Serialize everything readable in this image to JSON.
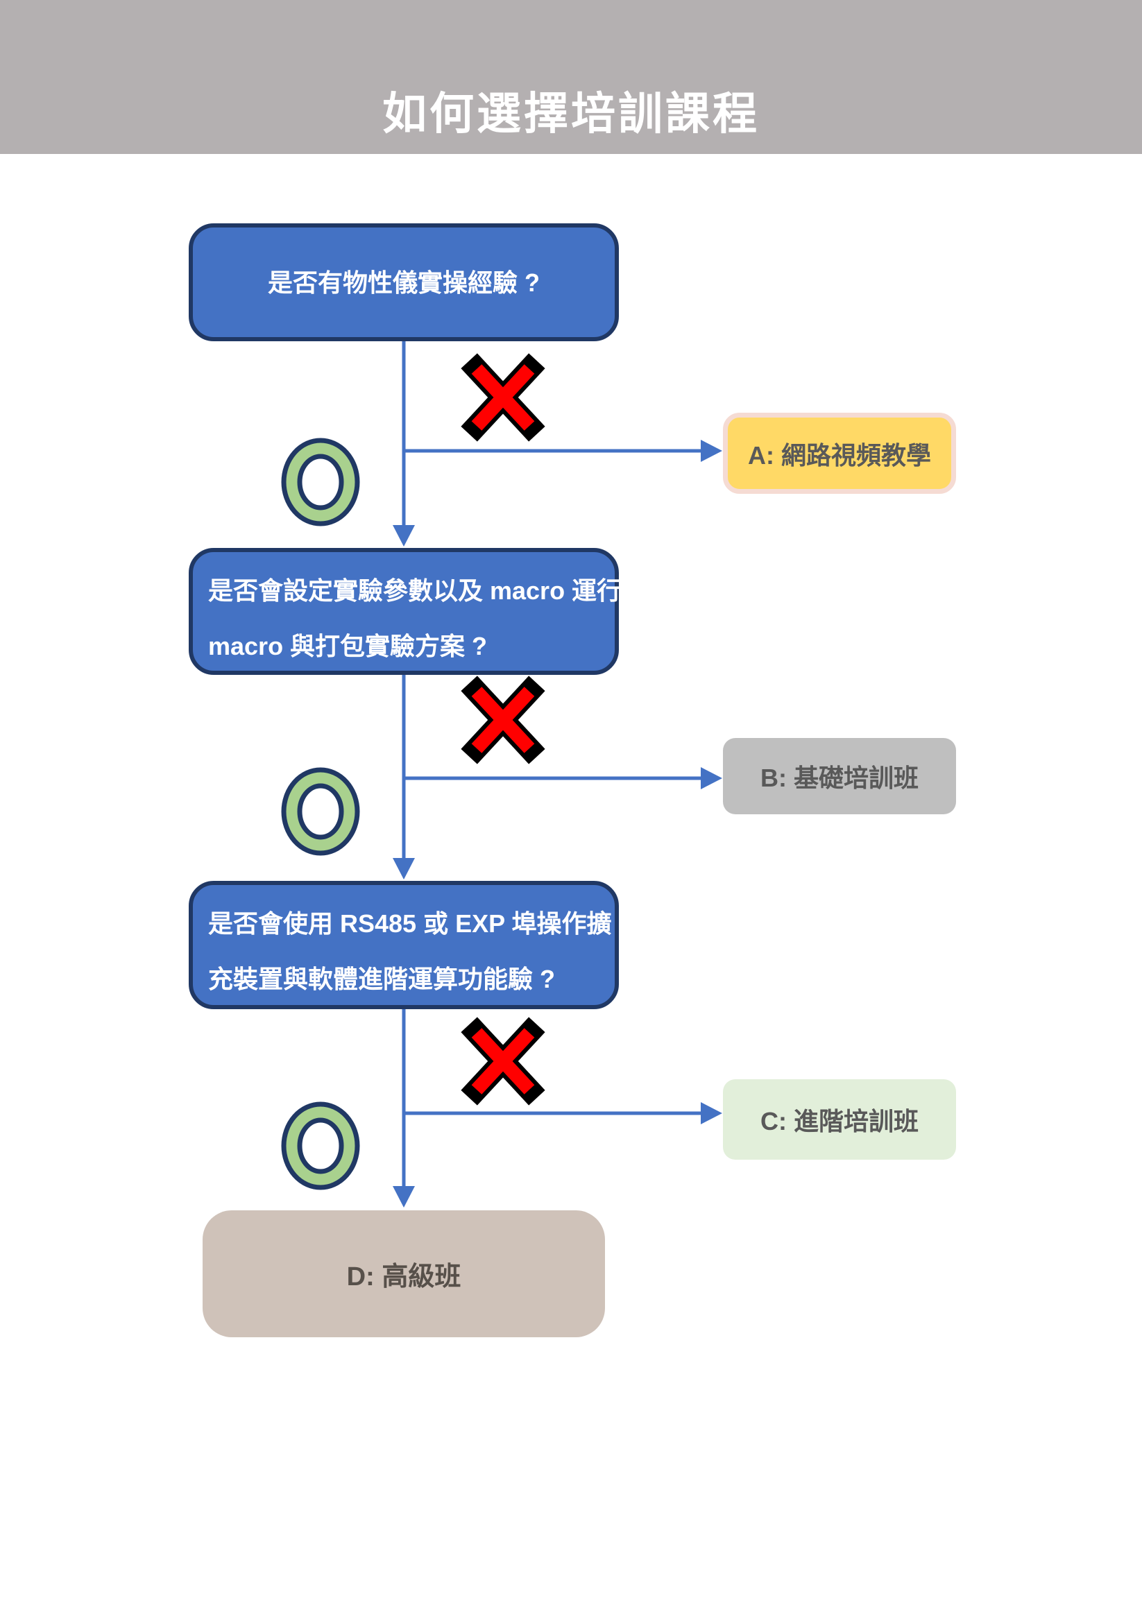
{
  "title": "如何選擇培訓課程",
  "flow": {
    "questions": [
      {
        "id": "q1",
        "text": "是否有物性儀實操經驗 ?",
        "yes_target": "q2",
        "no_target": "A"
      },
      {
        "id": "q2",
        "lines": [
          "是否會設定實驗參數以及 macro 運行",
          "macro 與打包實驗方案 ?"
        ],
        "yes_target": "q3",
        "no_target": "B"
      },
      {
        "id": "q3",
        "lines": [
          "是否會使用 RS485 或 EXP 埠操作擴",
          "充裝置與軟體進階運算功能驗 ?"
        ],
        "yes_target": "D",
        "no_target": "C"
      }
    ],
    "outcomes": [
      {
        "id": "A",
        "label": "A:  網路視頻教學"
      },
      {
        "id": "B",
        "label": "B:  基礎培訓班"
      },
      {
        "id": "C",
        "label": "C:  進階培訓班"
      },
      {
        "id": "D",
        "label": "D:  高級班"
      }
    ],
    "legend": {
      "yes_symbol": "green-circle",
      "no_symbol": "red-cross"
    }
  },
  "colors": {
    "banner": "#b4b0b1",
    "question_fill": "#4472c4",
    "question_border": "#203864",
    "connector": "#4472c4",
    "cross": "#ff0000",
    "cross_outline": "#000000",
    "circle_fill": "#a9d18e",
    "circle_border": "#203864",
    "outcome_a_fill": "#ffd966",
    "outcome_a_border": "#f5dbd3",
    "outcome_b_fill": "#bfbfbf",
    "outcome_c_fill": "#e2efda",
    "outcome_d_fill": "#cfc2b9",
    "outcome_text": "#595959"
  }
}
